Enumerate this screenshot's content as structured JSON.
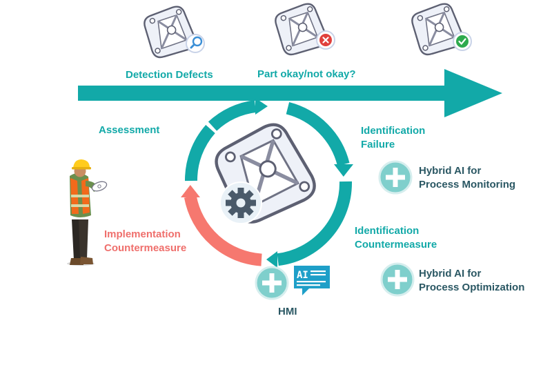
{
  "labels": {
    "detection_defects": "Detection Defects",
    "part_okay": "Part okay/not okay?",
    "assessment": "Assessment",
    "identification_failure": "Identification\nFailure",
    "identification_countermeasure": "Identification\nCountermeasure",
    "implementation_countermeasure": "Implementation\nCountermeasure",
    "hybrid_monitoring": "Hybrid AI for\nProcess Monitoring",
    "hybrid_optimization": "Hybrid AI for\nProcess Optimization",
    "hmi": "HMI",
    "ai_badge": "AI"
  },
  "colors": {
    "teal": "#12a9a8",
    "coral": "#f6786f",
    "dark_text": "#2a5763",
    "plus_circle": "#7fcfcc",
    "badge_red": "#e0403c",
    "badge_green": "#2eaa4e",
    "chat_blue": "#1e9fc8"
  },
  "icons": [
    "part-magnifier-icon",
    "part-reject-icon",
    "part-accept-icon",
    "gear-icon",
    "plus-icon",
    "ai-chat-icon",
    "worker-figure"
  ]
}
